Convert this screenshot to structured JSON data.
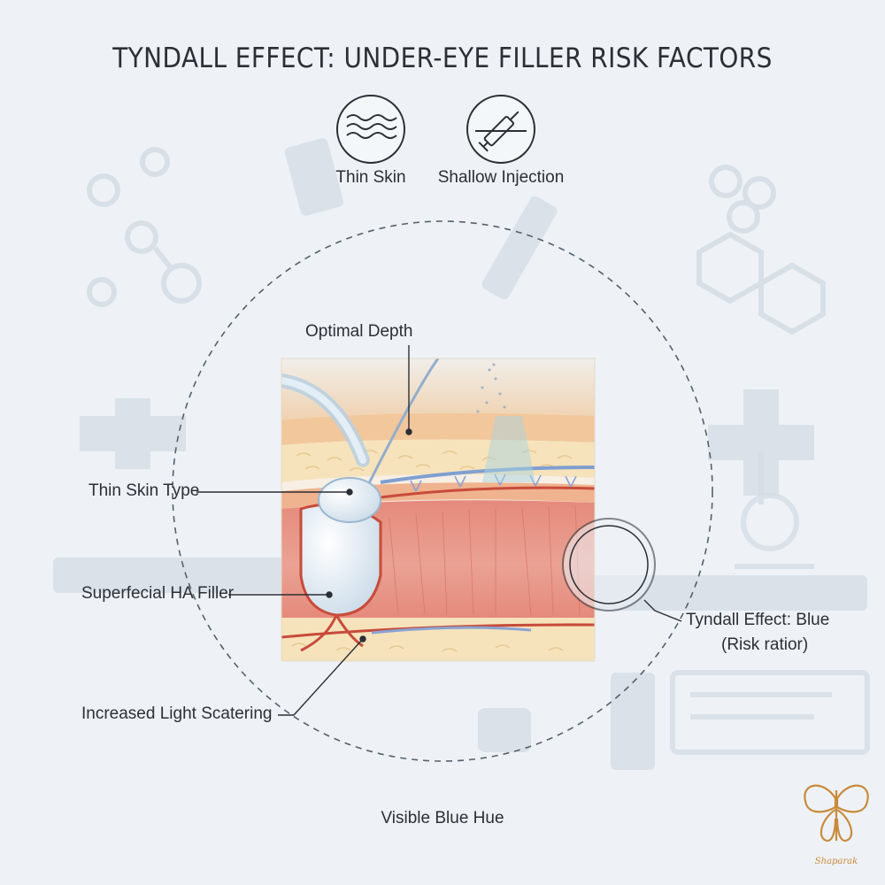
{
  "title": "TYNDALL EFFECT: UNDER-EYE FILLER RISK FACTORS",
  "risk_icons": [
    {
      "label": "Thin Skin",
      "icon": "wavy-lines-icon"
    },
    {
      "label": "Shallow Injection",
      "icon": "syringe-icon"
    }
  ],
  "callouts": {
    "optimal_depth": "Optimal Depth",
    "thin_skin_type": "Thin Skin Type",
    "superficial_filler": "Superfecial HA Filler",
    "light_scattering": "Increased Light Scatering",
    "tyndall_line1": "Tyndall Effect: Blue",
    "tyndall_line2": "(Risk ratior)"
  },
  "footer": "Visible Blue Hue",
  "brand": {
    "name": "Shaparak",
    "icon": "butterfly-logo-icon"
  },
  "colors": {
    "background": "#eef2f6",
    "epidermis": "#f3d3a8",
    "fat": "#f6e5bd",
    "muscle": "#e0867a",
    "vessel": "#c84b3a",
    "filler": "#dbe8f2",
    "brand": "#c98a3c"
  }
}
